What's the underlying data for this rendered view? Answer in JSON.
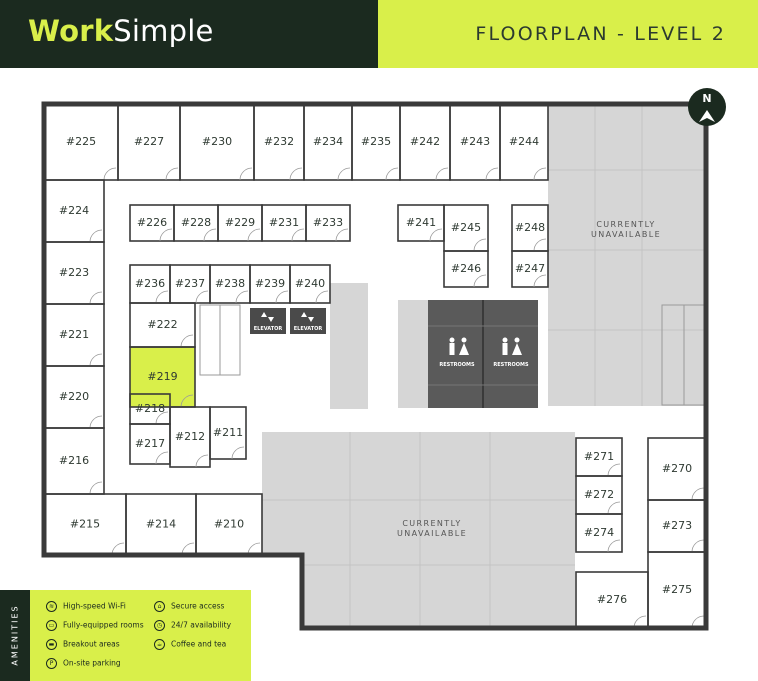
{
  "header": {
    "logo_part1": "Work",
    "logo_part2": "Simple",
    "title": "FLOORPLAN - LEVEL 2"
  },
  "compass": {
    "label": "N",
    "icon": "north-arrow-icon"
  },
  "colors": {
    "dark": "#1b2a1f",
    "accent": "#d9ef4a",
    "unavailable": "#d6d6d6",
    "restroom": "#5a5a5a",
    "wall": "#3a3a3a"
  },
  "rooms": [
    {
      "id": "#225"
    },
    {
      "id": "#227"
    },
    {
      "id": "#230"
    },
    {
      "id": "#232"
    },
    {
      "id": "#234"
    },
    {
      "id": "#235"
    },
    {
      "id": "#242"
    },
    {
      "id": "#243"
    },
    {
      "id": "#244"
    },
    {
      "id": "#224"
    },
    {
      "id": "#226"
    },
    {
      "id": "#228"
    },
    {
      "id": "#229"
    },
    {
      "id": "#231"
    },
    {
      "id": "#233"
    },
    {
      "id": "#241"
    },
    {
      "id": "#245"
    },
    {
      "id": "#248"
    },
    {
      "id": "#246"
    },
    {
      "id": "#247"
    },
    {
      "id": "#223"
    },
    {
      "id": "#236"
    },
    {
      "id": "#237"
    },
    {
      "id": "#238"
    },
    {
      "id": "#239"
    },
    {
      "id": "#240"
    },
    {
      "id": "#222"
    },
    {
      "id": "#221"
    },
    {
      "id": "#219",
      "highlighted": true
    },
    {
      "id": "#220"
    },
    {
      "id": "#218"
    },
    {
      "id": "#217"
    },
    {
      "id": "#212"
    },
    {
      "id": "#211"
    },
    {
      "id": "#216"
    },
    {
      "id": "#215"
    },
    {
      "id": "#214"
    },
    {
      "id": "#210"
    },
    {
      "id": "#271"
    },
    {
      "id": "#270"
    },
    {
      "id": "#272"
    },
    {
      "id": "#274"
    },
    {
      "id": "#273"
    },
    {
      "id": "#276"
    },
    {
      "id": "#275"
    }
  ],
  "labels": {
    "unavailable_line1": "CURRENTLY",
    "unavailable_line2": "UNAVAILABLE",
    "elevator": "ELEVATOR",
    "restrooms": "RESTROOMS"
  },
  "amenities": {
    "title": "AMENITIES",
    "items": [
      {
        "label": "High-speed Wi-Fi",
        "icon": "wifi-icon"
      },
      {
        "label": "Secure access",
        "icon": "lock-icon"
      },
      {
        "label": "Fully-equipped rooms",
        "icon": "monitor-icon"
      },
      {
        "label": "24/7 availability",
        "icon": "clock-icon"
      },
      {
        "label": "Breakout areas",
        "icon": "sofa-icon"
      },
      {
        "label": "Coffee and tea",
        "icon": "coffee-icon"
      },
      {
        "label": "On-site parking",
        "icon": "parking-icon"
      }
    ]
  }
}
